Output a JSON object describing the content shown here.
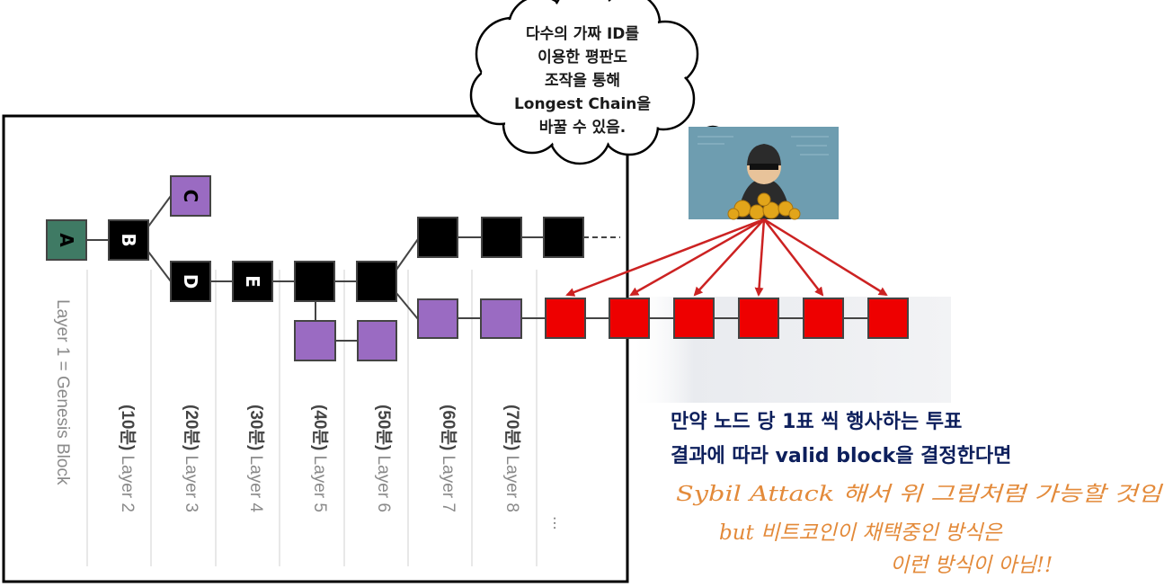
{
  "thought_bubble": {
    "lines": [
      "다수의 가짜 ID를",
      "이용한 평판도",
      "조작을 통해",
      "Longest Chain을",
      "바꿀 수 있음."
    ]
  },
  "blocks": {
    "A": "A",
    "B": "B",
    "C": "C",
    "D": "D",
    "E": "E"
  },
  "layers": [
    {
      "prefix": "",
      "label": "Layer 1 = Genesis Block"
    },
    {
      "prefix": "(10분)",
      "label": " Layer 2"
    },
    {
      "prefix": "(20분)",
      "label": " Layer 3"
    },
    {
      "prefix": "(30분)",
      "label": " Layer 4"
    },
    {
      "prefix": "(40분)",
      "label": " Layer 5"
    },
    {
      "prefix": "(50분)",
      "label": " Layer 6"
    },
    {
      "prefix": "(60분)",
      "label": " Layer 7"
    },
    {
      "prefix": "(70분)",
      "label": " Layer 8"
    },
    {
      "prefix": "",
      "label": "..."
    }
  ],
  "note": {
    "line1": "만약 노드 당 1표 씩 행사하는 투표",
    "line2": "결과에 따라 valid block을 결정한다면"
  },
  "handwriting": {
    "line1": "Sybil Attack 해서 위 그림처럼 가능할 것임",
    "line2": "but  비트코인이 채택중인 방식은",
    "line3": "이런 방식이 아님!!"
  },
  "colors": {
    "genesis": "#3f7a64",
    "main_block": "#000000",
    "fork_block": "#9a6bc2",
    "attack_block": "#ee0000",
    "arrow": "#cc2222",
    "note": "#0d1f5c",
    "handwriting": "#e38a3a"
  },
  "icons": {
    "attacker": "hacker-with-coins-icon"
  }
}
